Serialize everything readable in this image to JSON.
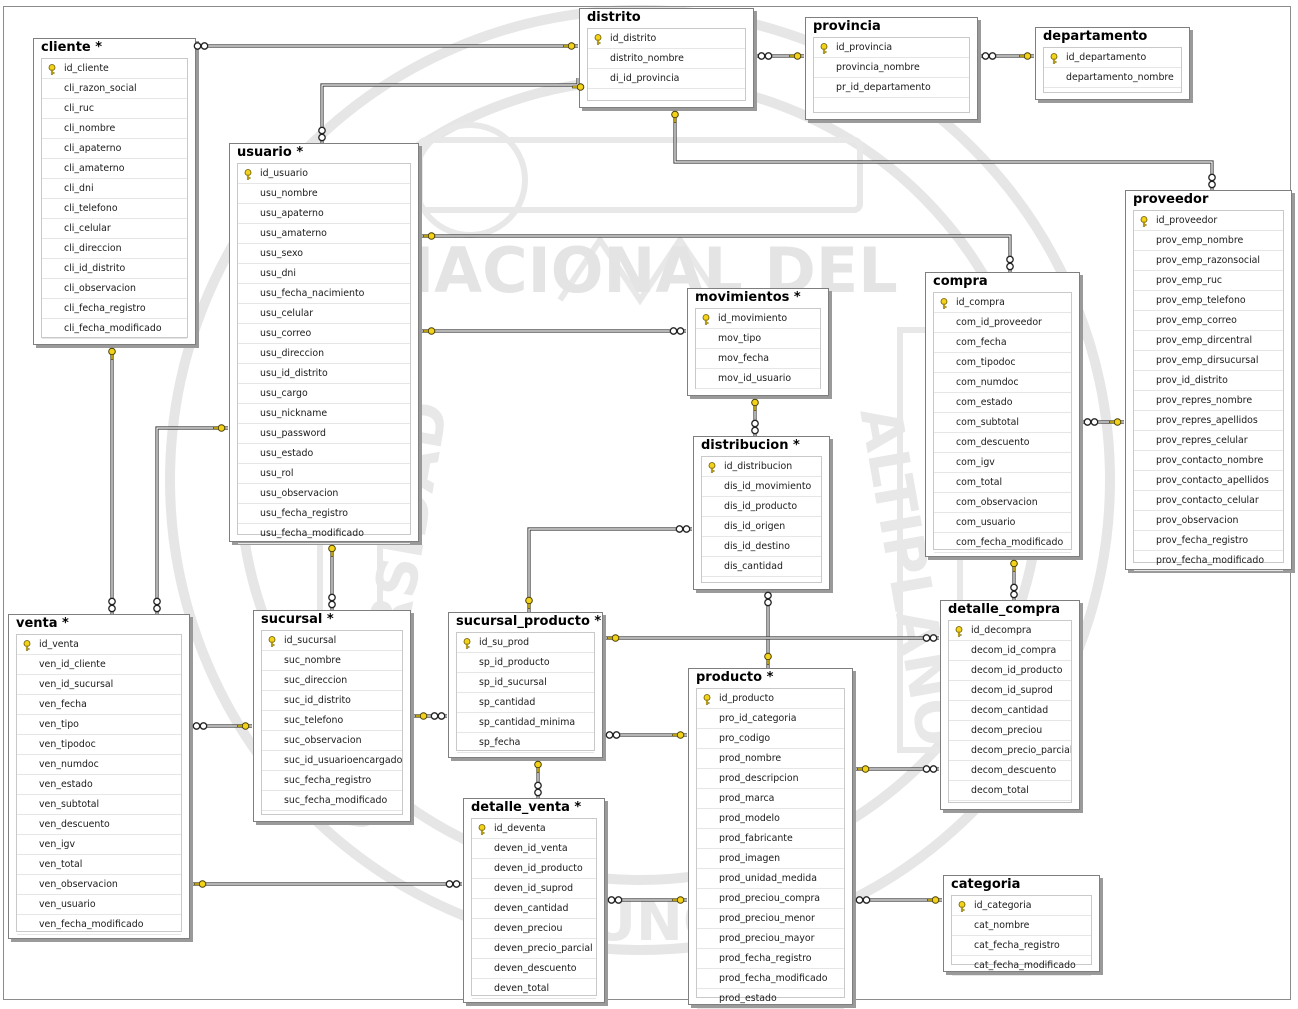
{
  "tables": [
    {
      "id": "cliente",
      "title": "cliente *",
      "fields": [
        "id_cliente",
        "cli_razon_social",
        "cli_ruc",
        "cli_nombre",
        "cli_apaterno",
        "cli_amaterno",
        "cli_dni",
        "cli_telefono",
        "cli_celular",
        "cli_direccion",
        "cli_id_distrito",
        "cli_observacion",
        "cli_fecha_registro",
        "cli_fecha_modificado"
      ]
    },
    {
      "id": "distrito",
      "title": "distrito",
      "fields": [
        "id_distrito",
        "distrito_nombre",
        "di_id_provincia"
      ]
    },
    {
      "id": "provincia",
      "title": "provincia",
      "fields": [
        "id_provincia",
        "provincia_nombre",
        "pr_id_departamento"
      ]
    },
    {
      "id": "departamento",
      "title": "departamento",
      "fields": [
        "id_departamento",
        "departamento_nombre"
      ]
    },
    {
      "id": "usuario",
      "title": "usuario *",
      "fields": [
        "id_usuario",
        "usu_nombre",
        "usu_apaterno",
        "usu_amaterno",
        "usu_sexo",
        "usu_dni",
        "usu_fecha_nacimiento",
        "usu_celular",
        "usu_correo",
        "usu_direccion",
        "usu_id_distrito",
        "usu_cargo",
        "usu_nickname",
        "usu_password",
        "usu_estado",
        "usu_rol",
        "usu_observacion",
        "usu_fecha_registro",
        "usu_fecha_modificado"
      ]
    },
    {
      "id": "proveedor",
      "title": "proveedor",
      "fields": [
        "id_proveedor",
        "prov_emp_nombre",
        "prov_emp_razonsocial",
        "prov_emp_ruc",
        "prov_emp_telefono",
        "prov_emp_correo",
        "prov_emp_dircentral",
        "prov_emp_dirsucursal",
        "prov_id_distrito",
        "prov_repres_nombre",
        "prov_repres_apellidos",
        "prov_repres_celular",
        "prov_contacto_nombre",
        "prov_contacto_apellidos",
        "prov_contacto_celular",
        "prov_observacion",
        "prov_fecha_registro",
        "prov_fecha_modificado"
      ]
    },
    {
      "id": "movimientos",
      "title": "movimientos *",
      "fields": [
        "id_movimiento",
        "mov_tipo",
        "mov_fecha",
        "mov_id_usuario"
      ]
    },
    {
      "id": "compra",
      "title": "compra",
      "fields": [
        "id_compra",
        "com_id_proveedor",
        "com_fecha",
        "com_tipodoc",
        "com_numdoc",
        "com_estado",
        "com_subtotal",
        "com_descuento",
        "com_igv",
        "com_total",
        "com_observacion",
        "com_usuario",
        "com_fecha_modificado"
      ]
    },
    {
      "id": "distribucion",
      "title": "distribucion *",
      "fields": [
        "id_distribucion",
        "dis_id_movimiento",
        "dis_id_producto",
        "dis_id_origen",
        "dis_id_destino",
        "dis_cantidad"
      ]
    },
    {
      "id": "venta",
      "title": "venta *",
      "fields": [
        "id_venta",
        "ven_id_cliente",
        "ven_id_sucursal",
        "ven_fecha",
        "ven_tipo",
        "ven_tipodoc",
        "ven_numdoc",
        "ven_estado",
        "ven_subtotal",
        "ven_descuento",
        "ven_igv",
        "ven_total",
        "ven_observacion",
        "ven_usuario",
        "ven_fecha_modificado"
      ]
    },
    {
      "id": "sucursal",
      "title": "sucursal *",
      "fields": [
        "id_sucursal",
        "suc_nombre",
        "suc_direccion",
        "suc_id_distrito",
        "suc_telefono",
        "suc_observacion",
        "suc_id_usuarioencargado",
        "suc_fecha_registro",
        "suc_fecha_modificado"
      ]
    },
    {
      "id": "sucursal_producto",
      "title": "sucursal_producto *",
      "fields": [
        "id_su_prod",
        "sp_id_producto",
        "sp_id_sucursal",
        "sp_cantidad",
        "sp_cantidad_minima",
        "sp_fecha"
      ]
    },
    {
      "id": "detalle_compra",
      "title": "detalle_compra",
      "fields": [
        "id_decompra",
        "decom_id_compra",
        "decom_id_producto",
        "decom_id_suprod",
        "decom_cantidad",
        "decom_preciou",
        "decom_precio_parcial",
        "decom_descuento",
        "decom_total"
      ]
    },
    {
      "id": "producto",
      "title": "producto *",
      "fields": [
        "id_producto",
        "pro_id_categoria",
        "pro_codigo",
        "prod_nombre",
        "prod_descripcion",
        "prod_marca",
        "prod_modelo",
        "prod_fabricante",
        "prod_imagen",
        "prod_unidad_medida",
        "prod_preciou_compra",
        "prod_preciou_menor",
        "prod_preciou_mayor",
        "prod_fecha_registro",
        "prod_fecha_modificado",
        "prod_estado"
      ]
    },
    {
      "id": "detalle_venta",
      "title": "detalle_venta *",
      "fields": [
        "id_deventa",
        "deven_id_venta",
        "deven_id_producto",
        "deven_id_suprod",
        "deven_cantidad",
        "deven_preciou",
        "deven_precio_parcial",
        "deven_descuento",
        "deven_total"
      ]
    },
    {
      "id": "categoria",
      "title": "categoria",
      "fields": [
        "id_categoria",
        "cat_nombre",
        "cat_fecha_registro",
        "cat_fecha_modificado"
      ]
    }
  ],
  "watermark": {
    "arc_top": "NACIONAL DEL",
    "arc_left": "UNIVERSIDAD",
    "arc_right": "ALTIPLANO",
    "arc_bottom": "PUNO"
  },
  "colors": {
    "key": "#f2d21a",
    "key_stroke": "#6b5a00",
    "line": "#333333",
    "shadow": "#9a9a9a",
    "watermark": "#e4e4e4"
  },
  "icons": {
    "primary_key": "key-icon",
    "many_end": "infinity-icon",
    "one_end": "key-icon"
  }
}
